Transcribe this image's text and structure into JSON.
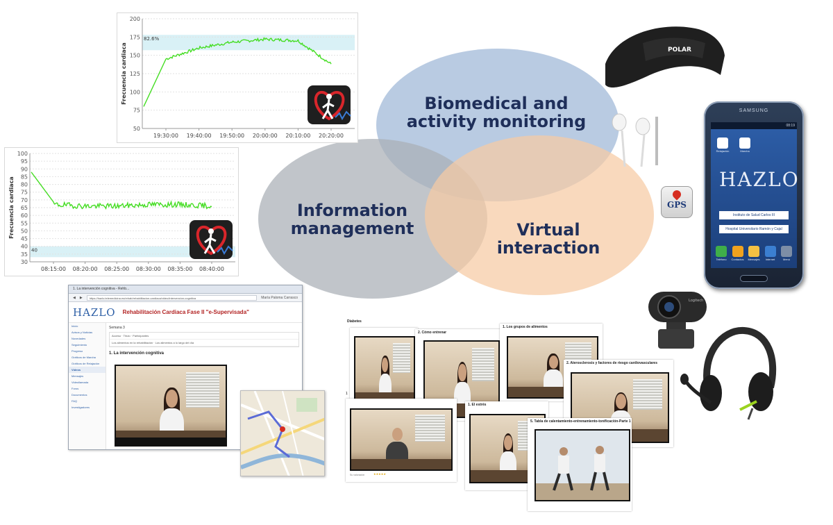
{
  "venn": {
    "circles": [
      {
        "id": "biomedical",
        "label_lines": [
          "Biomedical and",
          "activity monitoring"
        ],
        "color": "#a9bfdc"
      },
      {
        "id": "information",
        "label_lines": [
          "Information",
          "management"
        ],
        "color": "#b9bec4"
      },
      {
        "id": "virtual",
        "label_lines": [
          "Virtual",
          "interaction"
        ],
        "color": "#f6caa3"
      }
    ],
    "text_color": "#1f2f5a"
  },
  "chart_top": {
    "type": "line",
    "ylabel": "Frecuencia cardiaca",
    "yticks": [
      50,
      75,
      100,
      125,
      150,
      175,
      200
    ],
    "xticks": [
      "19:30:00",
      "19:40:00",
      "19:50:00",
      "20:00:00",
      "20:10:00",
      "20:20:00"
    ],
    "threshold_label": "82.6%",
    "line_color": "#44dd22",
    "band_color": "#d9f1f6",
    "icon": "walking-person-heart-icon"
  },
  "chart_bottom": {
    "type": "line",
    "ylabel": "Frecuencia cardiaca",
    "yticks": [
      30,
      35,
      40,
      45,
      50,
      55,
      60,
      65,
      70,
      75,
      80,
      85,
      90,
      95,
      100
    ],
    "xticks": [
      "08:15:00",
      "08:20:00",
      "08:25:00",
      "08:30:00",
      "08:35:00",
      "08:40:00"
    ],
    "threshold_label": "40",
    "line_color": "#44dd22",
    "band_color": "#d9f1f6",
    "icon": "meditating-person-heart-icon"
  },
  "chart_data": [
    {
      "type": "line",
      "ylabel": "Frecuencia cardiaca",
      "x": [
        "19:30:00",
        "19:40:00",
        "19:50:00",
        "20:00:00",
        "20:10:00",
        "20:20:00"
      ],
      "series": [
        {
          "values": [
            145,
            160,
            168,
            172,
            170,
            138
          ]
        }
      ],
      "ylim": [
        50,
        200
      ]
    },
    {
      "type": "line",
      "ylabel": "Frecuencia cardiaca",
      "x": [
        "08:15:00",
        "08:20:00",
        "08:25:00",
        "08:30:00",
        "08:35:00",
        "08:40:00"
      ],
      "series": [
        {
          "values": [
            67,
            66,
            66,
            67,
            67,
            66
          ]
        }
      ],
      "ylim": [
        30,
        100
      ]
    }
  ],
  "browser": {
    "tab": "1. La intervención cognitiva - Rehb...",
    "url": "https://hazlo.telemedicina.es/rehab/rehabilitacion-cardiaca/video/intervencion-cognitiva",
    "logo": "HAZLO",
    "course_title": "Rehabilitación Cardiaca Fase II \"e-Supervisada\"",
    "user": "María Paloma Carrasco",
    "sidebar": [
      "Inicio",
      "Avisos y Noticias",
      "Novedades",
      "Seguimiento",
      "Progreso",
      "Gráficos de Marcha",
      "Gráficos de Relajación",
      "Vídeos",
      "Mensajes",
      "Videollamada",
      "Foros",
      "Documentos",
      "FAQ",
      "Investigadores"
    ],
    "week": "Semana 3",
    "table_rows": [
      "Acceso · Título · Participantes",
      "Los alimentos en la rehabilitación · Los alimentos a lo largo del día"
    ],
    "video_title": "1. La intervención cognitiva"
  },
  "video_pages": {
    "diabetes_header": "Diabetes",
    "cards": [
      {
        "title": "2. Cómo entrenar"
      },
      {
        "title": "1. Los grupos de alimentos"
      },
      {
        "title": "2. Aterosclerosis y factores de riesgo cardiovasculares"
      },
      {
        "title": "1. El estrés"
      },
      {
        "title": "5. Tabla de calentamiento-entrenamiento-tonificación-Parte 1"
      }
    ],
    "rating_label": "Su valoración",
    "number": "1"
  },
  "devices": {
    "phone_brand": "SAMSUNG",
    "phone_time": "08:19",
    "phone_logo": "HAZLO",
    "phone_badges": [
      "Instituto de Salud Carlos III",
      "Hospital Universitario Ramón y Cajal"
    ],
    "phone_apps_top": [
      "Relajación",
      "Marcha"
    ],
    "phone_apps": [
      "Teléfono",
      "Contactos",
      "Mensajes",
      "Internet",
      "Menú"
    ],
    "strap_brand": "POLAR",
    "gps_label": "GPS",
    "webcam_brand": "Logitech"
  }
}
